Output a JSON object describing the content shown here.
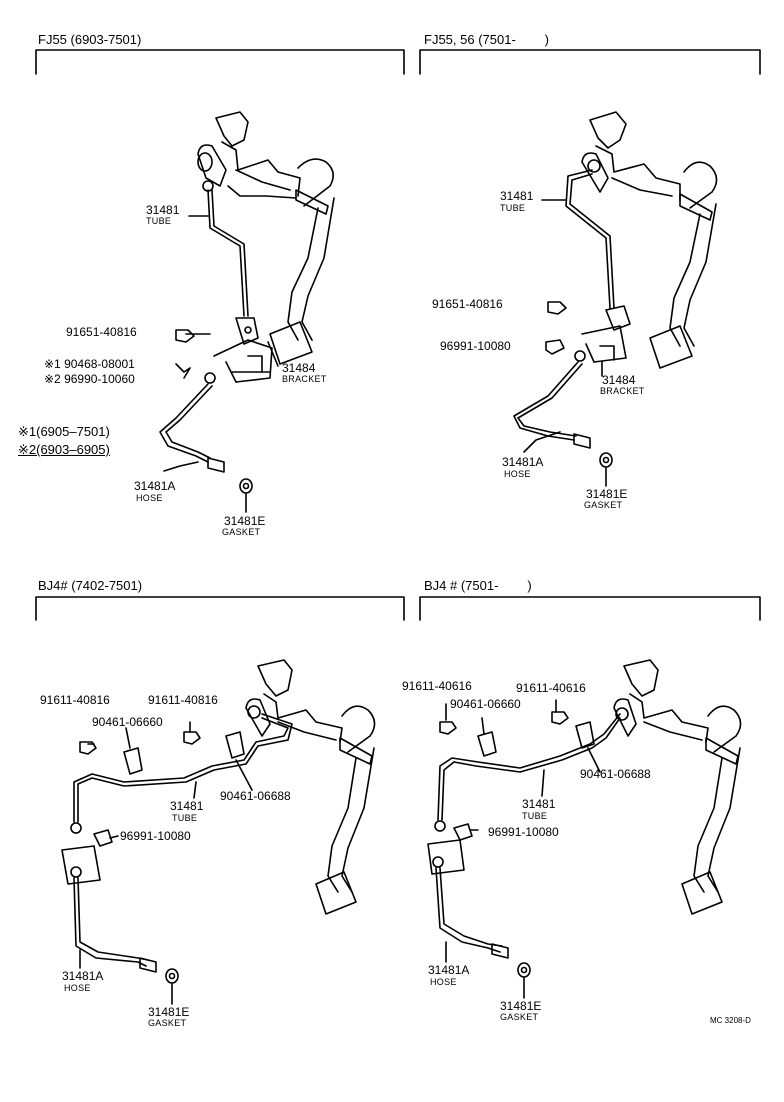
{
  "panels": [
    {
      "header": "FJ55 (6903-7501)"
    },
    {
      "header": "FJ55, 56 (7501-        )"
    },
    {
      "header": "BJ4# (7402-7501)"
    },
    {
      "header": "BJ4 # (7501-        )"
    }
  ],
  "p1": {
    "tube_num": "31481",
    "tube_sub": "TUBE",
    "bolt": "91651-40816",
    "n1": "※1 90468-08001",
    "n2": "※2 96990-10060",
    "bracket_num": "31484",
    "bracket_sub": "BRACKET",
    "note1": "※1(6905–7501)",
    "note2": "※2(6903–6905)",
    "hose_num": "31481A",
    "hose_sub": "HOSE",
    "gasket_num": "31481E",
    "gasket_sub": "GASKET"
  },
  "p2": {
    "tube_num": "31481",
    "tube_sub": "TUBE",
    "bolt": "91651-40816",
    "clip": "96991-10080",
    "bracket_num": "31484",
    "bracket_sub": "BRACKET",
    "hose_num": "31481A",
    "hose_sub": "HOSE",
    "gasket_num": "31481E",
    "gasket_sub": "GASKET"
  },
  "p3": {
    "bolt_a": "91611-40816",
    "bolt_b": "91611-40816",
    "clamp_a": "90461-06660",
    "clamp_b": "90461-06688",
    "tube_num": "31481",
    "tube_sub": "TUBE",
    "clip": "96991-10080",
    "hose_num": "31481A",
    "hose_sub": "HOSE",
    "gasket_num": "31481E",
    "gasket_sub": "GASKET"
  },
  "p4": {
    "bolt_a": "91611-40616",
    "bolt_b": "91611-40616",
    "clamp_a": "90461-06660",
    "clamp_b": "90461-06688",
    "tube_num": "31481",
    "tube_sub": "TUBE",
    "clip": "96991-10080",
    "hose_num": "31481A",
    "hose_sub": "HOSE",
    "gasket_num": "31481E",
    "gasket_sub": "GASKET"
  },
  "footer_code": "MC 3208-D"
}
